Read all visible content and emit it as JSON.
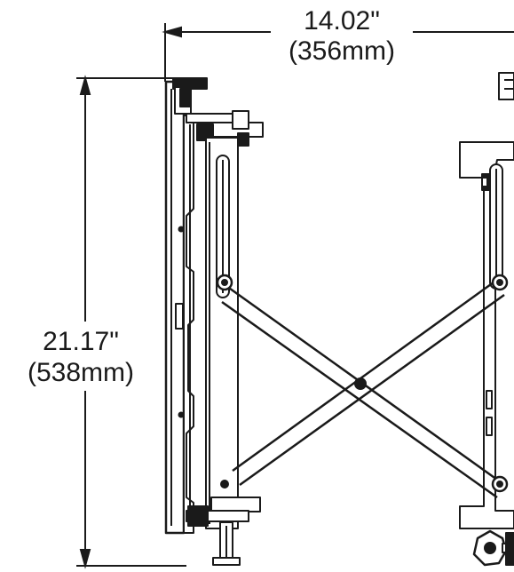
{
  "drawing": {
    "width_dimension": {
      "inches": "14.02\"",
      "millimeters": "(356mm)"
    },
    "height_dimension": {
      "inches": "21.17\"",
      "millimeters": "(538mm)"
    },
    "colors": {
      "line": "#1a1a1a",
      "background": "#ffffff"
    }
  }
}
